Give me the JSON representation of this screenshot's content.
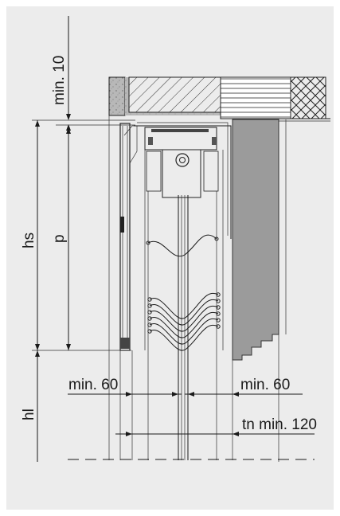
{
  "diagram": {
    "labels": {
      "min_top": "min. 10",
      "hs": "hs",
      "p": "p",
      "hl": "hl",
      "min_left": "min. 60",
      "min_right": "min. 60",
      "tn": "tn min. 120"
    },
    "colors": {
      "frame_bg": "#ececec",
      "concrete": "#b5b5b5",
      "profile": "#9b9b9b",
      "line": "#1a1a1a"
    }
  }
}
